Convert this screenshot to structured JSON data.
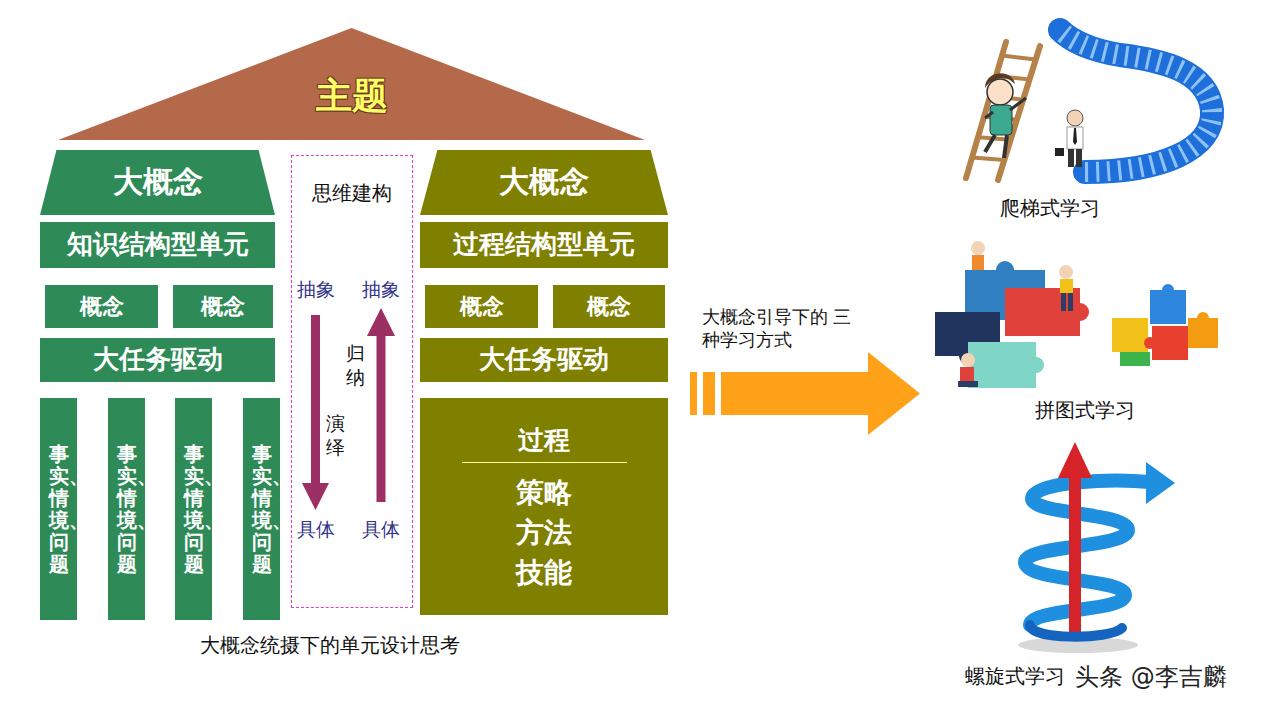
{
  "diagram": {
    "caption": "大概念统摄下的单元设计思考",
    "nodes": [
      {
        "text": [
          "主题"
        ]
      },
      {
        "text": [
          "大概念"
        ]
      },
      {
        "text": [
          "知识结构型单元"
        ]
      },
      {
        "text": [
          "概念"
        ]
      },
      {
        "text": [
          "概念"
        ]
      },
      {
        "text": [
          "大任务驱动"
        ]
      },
      {
        "text": [
          "事实、情境、问题"
        ]
      },
      {
        "text": [
          "事实、情境、问题"
        ]
      },
      {
        "text": [
          "事实、情境、问题"
        ]
      },
      {
        "text": [
          "事实、情境、问题"
        ]
      },
      {
        "text": [
          "思维建构"
        ]
      },
      {
        "text": [
          "大概念"
        ]
      },
      {
        "text": [
          "过程结构型单元"
        ]
      },
      {
        "text": [
          "概念"
        ]
      },
      {
        "text": [
          "概念"
        ]
      },
      {
        "text": [
          "大任务驱动"
        ]
      },
      {
        "text": [
          "过程",
          "策略",
          "方法",
          "技能"
        ]
      }
    ],
    "labels": [
      "抽象",
      "抽象",
      "归纳",
      "演绎",
      "具体",
      "具体",
      "大概念引导下的 三种学习方式",
      "爬梯式学习",
      "拼图式学习",
      "螺旋式学习",
      "头条 @李吉麟"
    ]
  }
}
